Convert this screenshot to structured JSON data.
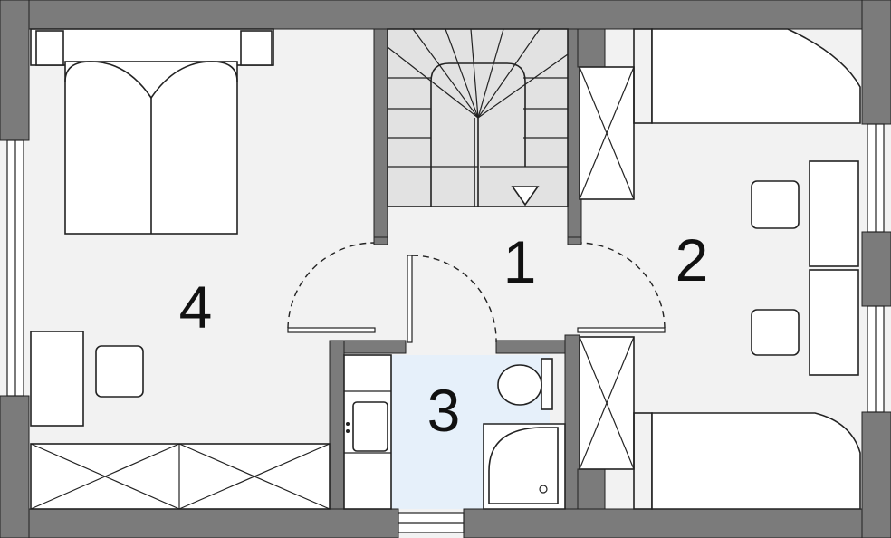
{
  "rooms": [
    {
      "number": "1"
    },
    {
      "number": "2"
    },
    {
      "number": "3"
    },
    {
      "number": "4"
    }
  ],
  "colors": {
    "wall": "#7b7b7b",
    "floor": "#f2f2f2",
    "bathroom_floor": "#e6f0fa",
    "stair_fill": "#e2e2e2",
    "line": "#222222"
  }
}
